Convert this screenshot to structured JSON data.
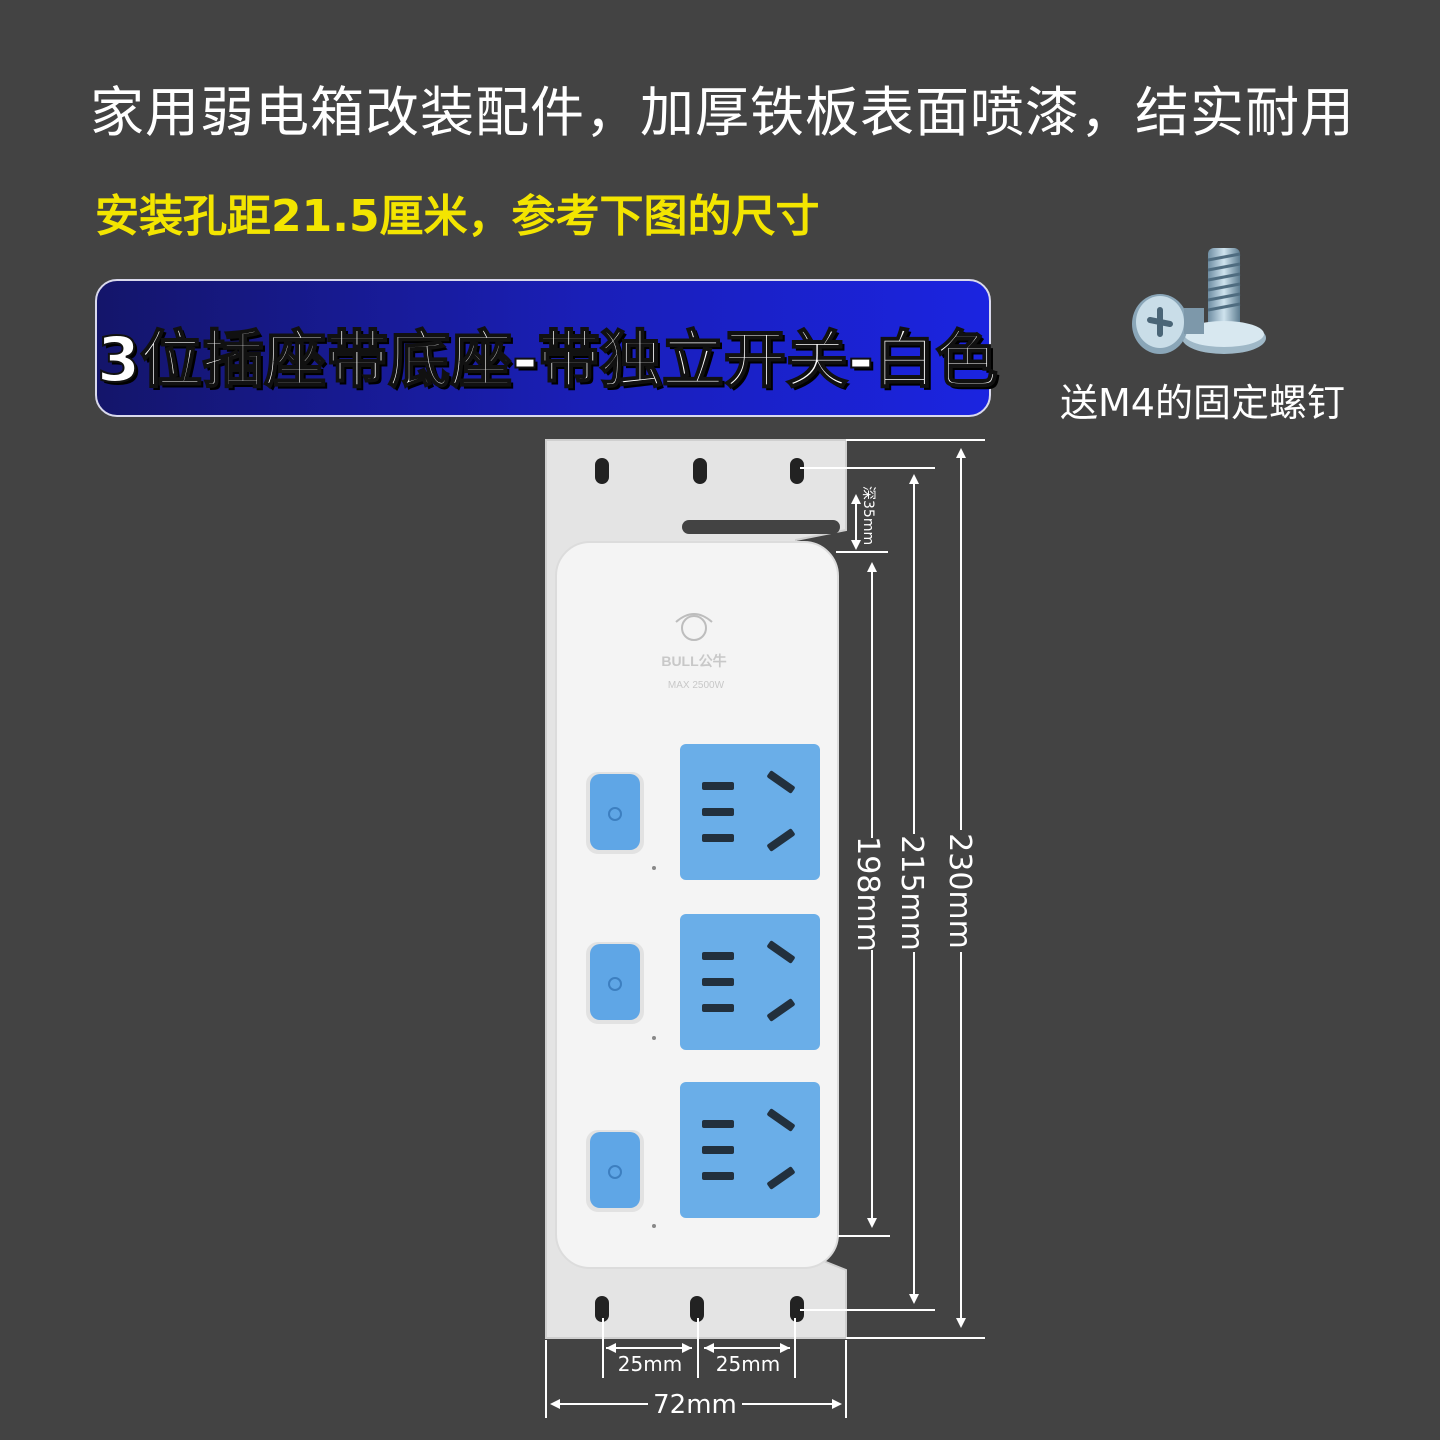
{
  "headline": "家用弱电箱改装配件，加厚铁板表面喷漆，结实耐用",
  "subheadline": "安装孔距21.5厘米，参考下图的尺寸",
  "banner": {
    "title": "3位插座带底座-带独立开关-白色"
  },
  "screw": {
    "caption": "送M4的固定螺钉",
    "icon": "screw-icon"
  },
  "product": {
    "brand": "BULL公牛",
    "rating": "MAX 2500W",
    "socket_count": 3,
    "colors": {
      "body": "#f2f2f2",
      "socket": "#6aaee8",
      "button": "#5fa6e6",
      "background": "#434343",
      "accent_text": "#f3e500"
    }
  },
  "dimensions": {
    "depth": "深35mm",
    "inner_height": "198mm",
    "hole_spacing_vertical": "215mm",
    "overall_height": "230mm",
    "hole_spacing_left": "25mm",
    "hole_spacing_right": "25mm",
    "overall_width": "72mm"
  }
}
